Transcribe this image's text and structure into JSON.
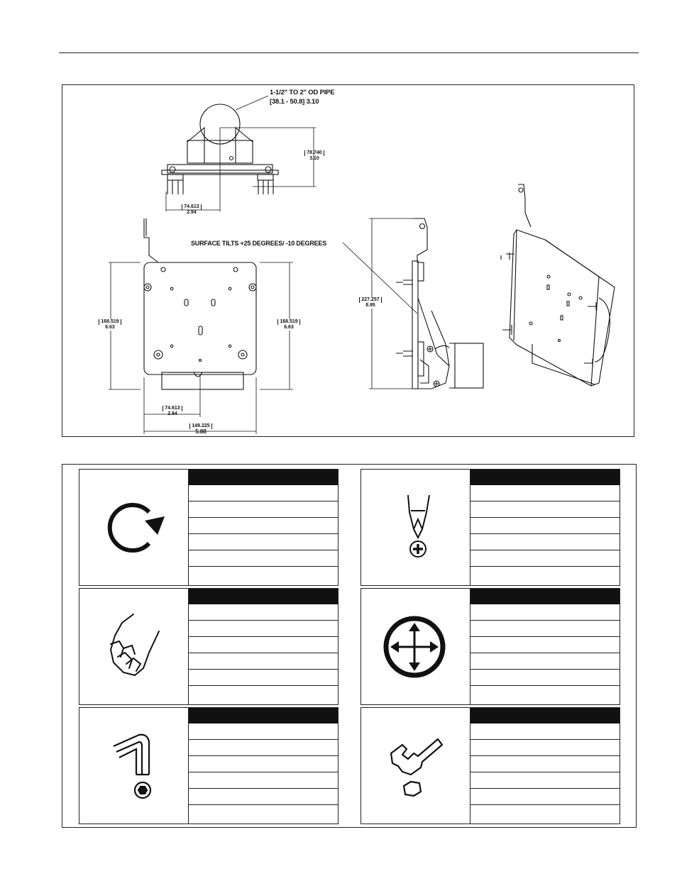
{
  "figure": {
    "pipe_callout_line1": "1-1/2\" TO 2\" OD PIPE",
    "pipe_callout_line2": "[38.1 - 50.8] 3.10",
    "tilt_callout": "SURFACE TILTS +25 DEGREES/ -10 DEGREES",
    "dims": {
      "top_height_mm": "78.740",
      "top_height_in": "3.10",
      "top_width_mm": "74.613",
      "top_width_in": "2.94",
      "front_left_mm": "168.519",
      "front_left_in": "6.63",
      "front_right_mm": "168.519",
      "front_right_in": "6.63",
      "front_offset_mm": "74.613",
      "front_offset_in": "2.94",
      "front_width_mm": "149.225",
      "front_width_in": "5.88",
      "side_height_mm": "227.257",
      "side_height_in": "8.95"
    }
  },
  "legend": {
    "cards": [
      {
        "icon": "rotate-clockwise-icon",
        "rows": 6
      },
      {
        "icon": "phillips-screwdriver-icon",
        "rows": 6
      },
      {
        "icon": "hand-tighten-icon",
        "rows": 6
      },
      {
        "icon": "move-arrows-icon",
        "rows": 6
      },
      {
        "icon": "hex-key-icon",
        "rows": 6
      },
      {
        "icon": "wrench-icon",
        "rows": 6
      }
    ]
  },
  "colors": {
    "ink": "#111111",
    "header": "#111111",
    "paper": "#ffffff"
  }
}
